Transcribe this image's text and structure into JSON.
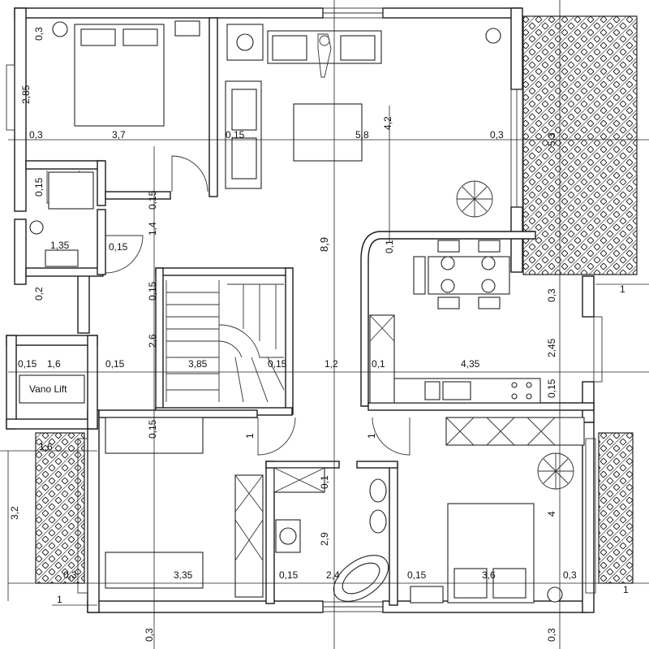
{
  "plan": {
    "lift_label": "Vano Lift",
    "dimensions": {
      "bed1_w": "3,7",
      "bed1_h": "2,85",
      "top_left_03": "0,3",
      "top_left_03b": "0,3",
      "living_015": "0,15",
      "living_58": "5,8",
      "living_42": "4,2",
      "living_03": "0,3",
      "terrace_53": "5,3",
      "bath_015": "0,15",
      "hall_14": "1,4",
      "hall_015a": "0,15",
      "bath_135": "1,35",
      "bath_015b": "0,15",
      "bath_02": "0,2",
      "center_89": "8,9",
      "stair_015": "0,15",
      "stair_26": "2,6",
      "kitchen_01": "0,1",
      "kitchen_03": "0,3",
      "kitchen_245": "2,45",
      "lift_015": "0,15",
      "lift_16": "1,6",
      "row_015a": "0,15",
      "row_385": "3,85",
      "row_015b": "0,15",
      "row_12": "1,2",
      "row_01": "0,1",
      "row_435": "4,35",
      "kitchen_015": "0,15",
      "terrace_1": "1",
      "bed2_015": "0,15",
      "hall_1a": "1",
      "hall_1b": "1",
      "terr2_16": "1,6",
      "left_32": "3,2",
      "bath2_01": "0,1",
      "bath2_29": "2,9",
      "bed3_4": "4",
      "bot_03a": "0,3",
      "bot_335": "3,35",
      "bot_015a": "0,15",
      "bot_24": "2,4",
      "bot_015b": "0,15",
      "bot_36": "3,6",
      "bot_03b": "0,3",
      "bot_1": "1",
      "bot_03c": "0,3",
      "bot_03d": "0,3",
      "right_1": "1"
    }
  }
}
